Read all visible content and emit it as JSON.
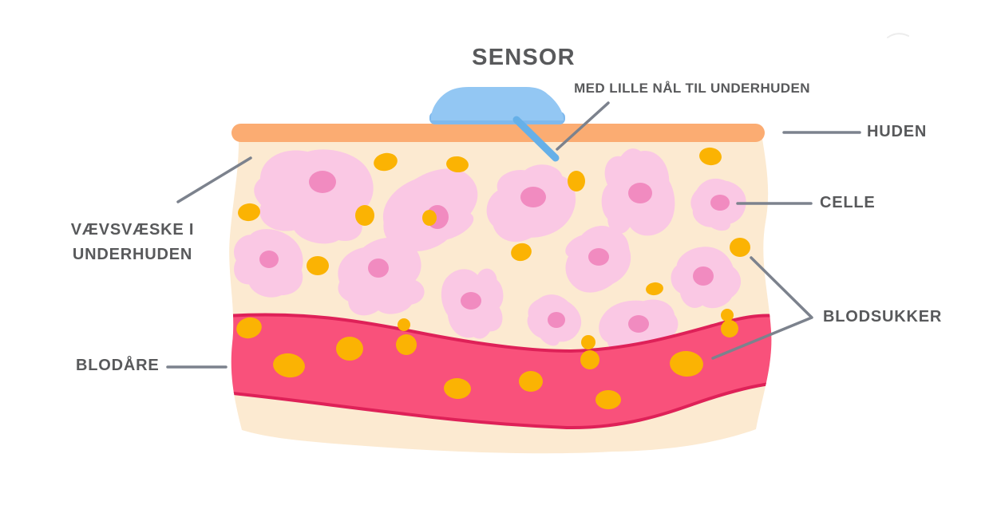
{
  "title": "SENSOR",
  "subtitle": "MED LILLE NÅL TIL UNDERHUDEN",
  "labels": {
    "huden": "HUDEN",
    "celle": "CELLE",
    "blodsukker": "BLODSUKKER",
    "vaevsvaeske_line1": "VÆVSVÆSKE I",
    "vaevsvaeske_line2": "UNDERHUDEN",
    "blodaare": "BLODÅRE"
  },
  "colors": {
    "background": "#FFFFFF",
    "label_text": "#58595B",
    "pointer_line": "#7C828D",
    "skin": "#FBAC72",
    "tissue": "#FCEAD1",
    "cell_body": "#FAC8E4",
    "cell_nucleus": "#F18BC0",
    "glucose": "#FBB303",
    "vessel_fill": "#F9517B",
    "vessel_border": "#DE2158",
    "sensor_body": "#93C7F3",
    "sensor_base": "#7FB9ED",
    "needle": "#66B0E8"
  }
}
